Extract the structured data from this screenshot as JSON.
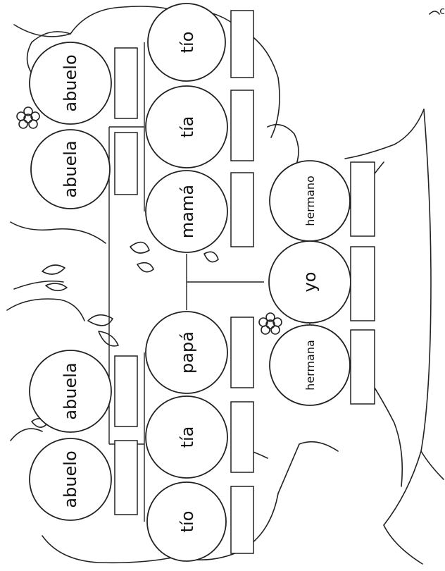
{
  "worksheet": {
    "corner_mark": "c",
    "nodes": {
      "grandfather_paternal": "abuelo",
      "grandmother_paternal": "abuela",
      "grandmother_maternal": "abuela",
      "grandfather_maternal": "abuelo",
      "uncle_paternal": "tío",
      "aunt_paternal": "tía",
      "father": "papá",
      "mother": "mamá",
      "aunt_maternal": "tía",
      "uncle_maternal": "tío",
      "sister": "hermana",
      "me": "yo",
      "brother": "hermano"
    }
  }
}
